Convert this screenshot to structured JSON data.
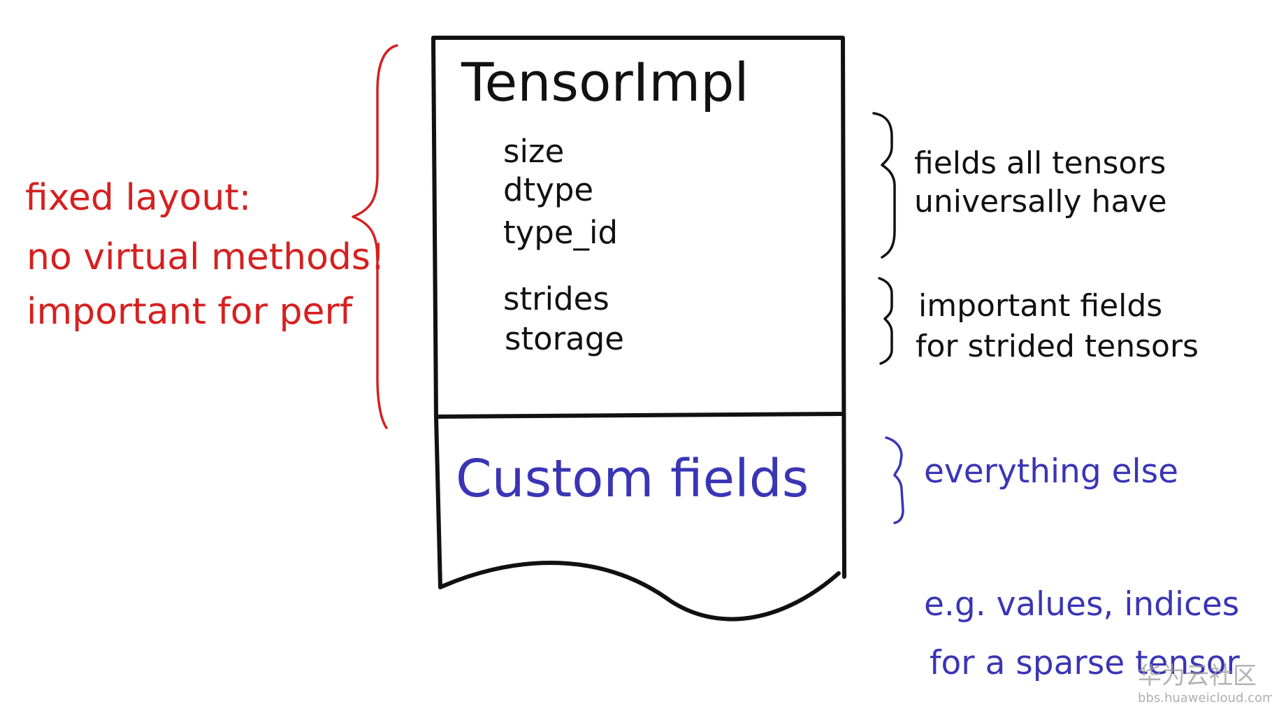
{
  "title": "TensorImpl",
  "common_fields": [
    "size",
    "dtype",
    "type_id"
  ],
  "strided_fields": [
    "strides",
    "storage"
  ],
  "custom_label": "Custom fields",
  "left_note": [
    "fixed layout:",
    "no virtual methods!",
    "important for perf"
  ],
  "note_common": [
    "fields all tensors",
    "universally have"
  ],
  "note_strided": [
    "important fields",
    "for strided tensors"
  ],
  "note_custom": "everything else",
  "example_note": [
    "e.g. values, indices",
    "for a sparse tensor"
  ],
  "watermark": {
    "title": "华为云社区",
    "url": "bbs.huaweicloud.com"
  },
  "colors": {
    "ink_black": "#111111",
    "ink_red": "#d62020",
    "ink_blue": "#3a35b5",
    "watermark": "#9a9a9a"
  }
}
